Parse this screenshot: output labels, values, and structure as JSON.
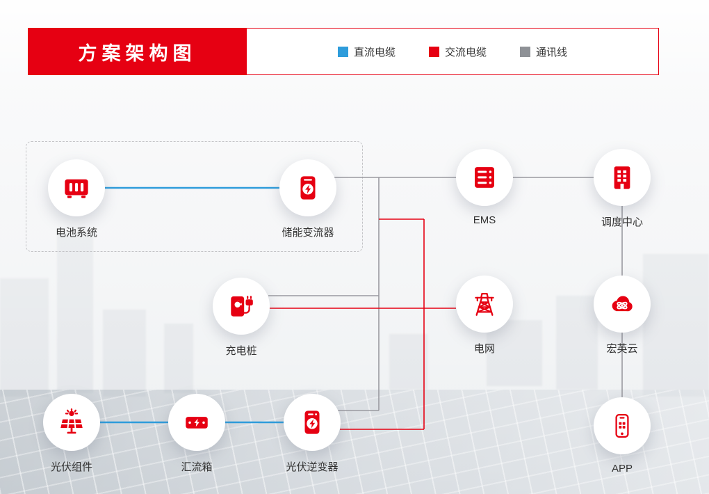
{
  "header": {
    "title": "方案架构图",
    "legend": [
      {
        "id": "dc-cable",
        "label": "直流电缆",
        "color": "#2E9CDB"
      },
      {
        "id": "ac-cable",
        "label": "交流电缆",
        "color": "#E60012"
      },
      {
        "id": "comm-line",
        "label": "通讯线",
        "color": "#8E9196"
      }
    ]
  },
  "nodes": [
    {
      "id": "battery-system",
      "label": "电池系统",
      "icon": "battery-cabinet-icon"
    },
    {
      "id": "storage-converter",
      "label": "储能变流器",
      "icon": "storage-converter-icon"
    },
    {
      "id": "ems",
      "label": "EMS",
      "icon": "server-icon"
    },
    {
      "id": "dispatch-center",
      "label": "调度中心",
      "icon": "building-icon"
    },
    {
      "id": "charging-pile",
      "label": "充电桩",
      "icon": "ev-charger-icon"
    },
    {
      "id": "power-grid",
      "label": "电网",
      "icon": "transmission-tower-icon"
    },
    {
      "id": "hongying-cloud",
      "label": "宏英云",
      "icon": "cloud-icon"
    },
    {
      "id": "pv-module",
      "label": "光伏组件",
      "icon": "solar-panel-icon"
    },
    {
      "id": "combiner-box",
      "label": "汇流箱",
      "icon": "combiner-box-icon"
    },
    {
      "id": "pv-inverter",
      "label": "光伏逆变器",
      "icon": "pv-inverter-icon"
    },
    {
      "id": "app",
      "label": "APP",
      "icon": "smartphone-icon"
    }
  ],
  "connections": [
    {
      "from": "电池系统",
      "to": "储能变流器",
      "type": "直流电缆"
    },
    {
      "from": "光伏组件",
      "to": "汇流箱",
      "type": "直流电缆"
    },
    {
      "from": "汇流箱",
      "to": "光伏逆变器",
      "type": "直流电缆"
    },
    {
      "from": "储能变流器",
      "to": "EMS",
      "type": "通讯线"
    },
    {
      "from": "EMS",
      "to": "调度中心",
      "type": "通讯线"
    },
    {
      "from": "充电桩",
      "to": "EMS",
      "type": "通讯线"
    },
    {
      "from": "光伏逆变器",
      "to": "EMS",
      "type": "通讯线"
    },
    {
      "from": "调度中心",
      "to": "宏英云",
      "type": "通讯线"
    },
    {
      "from": "宏英云",
      "to": "APP",
      "type": "通讯线"
    },
    {
      "from": "储能变流器",
      "to": "电网",
      "type": "交流电缆"
    },
    {
      "from": "充电桩",
      "to": "电网",
      "type": "交流电缆"
    },
    {
      "from": "光伏逆变器",
      "to": "电网",
      "type": "交流电缆"
    }
  ],
  "colors": {
    "brand_red": "#E60012",
    "dc_blue": "#2E9CDB",
    "ac_red": "#E60012",
    "comm_gray": "#9A9AA0"
  }
}
